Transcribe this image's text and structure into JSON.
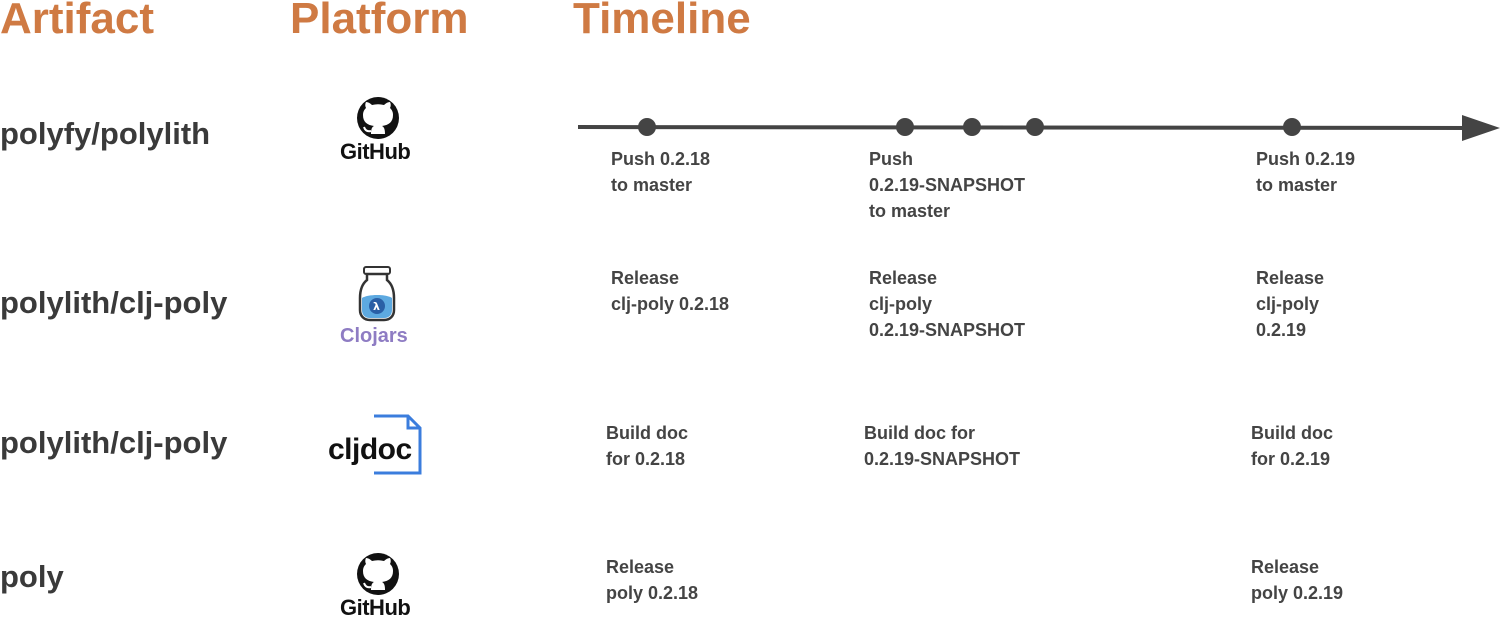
{
  "headers": {
    "artifact": "Artifact",
    "platform": "Platform",
    "timeline": "Timeline"
  },
  "rows": [
    {
      "artifact": "polyfy/polylith",
      "platform_logo": "github-logo-icon",
      "platform_text": "GitHub"
    },
    {
      "artifact": "polylith/clj-poly",
      "platform_logo": "clojars-logo-icon",
      "platform_text": "Clojars"
    },
    {
      "artifact": "polylith/clj-poly",
      "platform_logo": "cljdoc-logo-icon",
      "platform_text": "cljdoc"
    },
    {
      "artifact": "poly",
      "platform_logo": "github-logo-icon",
      "platform_text": "GitHub"
    }
  ],
  "timeline": {
    "events": 5,
    "notes": {
      "github_a": [
        "Push 0.2.18\nto master",
        "Push\n0.2.19-SNAPSHOT\nto master",
        "Push 0.2.19\nto master"
      ],
      "clojars": [
        "Release\nclj-poly 0.2.18",
        "Release\nclj-poly\n0.2.19-SNAPSHOT",
        "Release\nclj-poly\n0.2.19"
      ],
      "cljdoc": [
        "Build doc\nfor 0.2.18",
        "Build doc for\n0.2.19-SNAPSHOT",
        "Build doc\nfor 0.2.19"
      ],
      "github_b": [
        "Release\npoly 0.2.18",
        "Release\npoly 0.2.19"
      ]
    }
  },
  "colors": {
    "header": "#cf7a43",
    "text": "#3a3a3a",
    "timeline": "#444444",
    "clojars": "#8e7cc3",
    "cljdoc_accent": "#3b7ddd"
  }
}
